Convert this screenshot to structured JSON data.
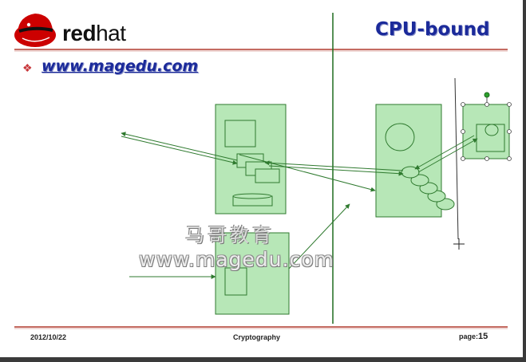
{
  "header": {
    "brand_red": "red",
    "brand_hat": "hat",
    "title": "CPU-bound",
    "link": "www.magedu.com"
  },
  "watermark": {
    "text_cn": "马哥教育",
    "text_url": "www.magedu.com"
  },
  "footer": {
    "date": "2012/10/22",
    "title": "Cryptography",
    "page_label": "page:",
    "page_number": "15"
  },
  "colors": {
    "accent_blue": "#1b2a9a",
    "rule_red": "#b03a2e",
    "box_fill": "#b7e7b7",
    "box_stroke": "#2f7a2f",
    "divider_green": "#1e6b1e",
    "logo_red": "#cc0000"
  },
  "icons": {
    "logo": "redhat-shadowman-icon",
    "bullet": "diamond-bullet-icon",
    "cursor": "crosshair-cursor-icon"
  }
}
